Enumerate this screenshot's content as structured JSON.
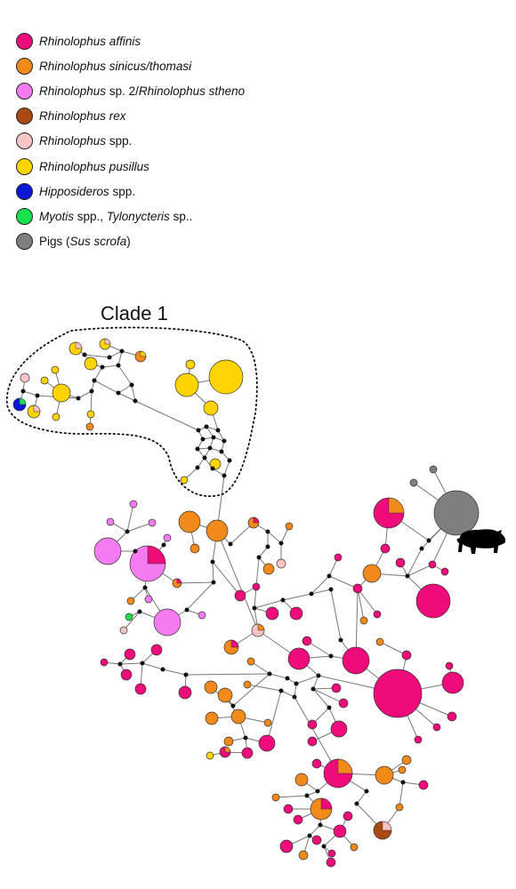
{
  "legend": {
    "items": [
      {
        "color": "#ee0b7a",
        "parts": [
          {
            "text": "Rhinolophus affinis",
            "italic": true
          }
        ]
      },
      {
        "color": "#f28a1b",
        "parts": [
          {
            "text": "Rhinolophus sinicus/thomasi",
            "italic": true
          }
        ]
      },
      {
        "color": "#f57cf0",
        "parts": [
          {
            "text": "Rhinolophus",
            "italic": true
          },
          {
            "text": " sp. 2/",
            "italic": false
          },
          {
            "text": "Rhinolophus stheno",
            "italic": true
          }
        ]
      },
      {
        "color": "#a84a11",
        "parts": [
          {
            "text": "Rhinolophus rex",
            "italic": true
          }
        ]
      },
      {
        "color": "#f9c4c4",
        "parts": [
          {
            "text": "Rhinolophus",
            "italic": true
          },
          {
            "text": " spp.",
            "italic": false
          }
        ]
      },
      {
        "color": "#ffd400",
        "parts": [
          {
            "text": "Rhinolophus pusillus",
            "italic": true
          }
        ]
      },
      {
        "color": "#0a18d6",
        "parts": [
          {
            "text": "Hipposideros",
            "italic": true
          },
          {
            "text": " spp.",
            "italic": false
          }
        ]
      },
      {
        "color": "#19e04b",
        "parts": [
          {
            "text": "Myotis",
            "italic": true
          },
          {
            "text": " spp., ",
            "italic": false
          },
          {
            "text": "Tylonycteris",
            "italic": true
          },
          {
            "text": " sp..",
            "italic": false
          }
        ]
      },
      {
        "color": "#7f7f7f",
        "parts": [
          {
            "text": "Pigs (",
            "italic": false
          },
          {
            "text": "Sus scrofa",
            "italic": true
          },
          {
            "text": ")",
            "italic": false
          }
        ]
      }
    ]
  },
  "clade": {
    "label": "Clade 1"
  },
  "colors": {
    "affinis": "#ee0b7a",
    "sinicus": "#f28a1b",
    "sp2": "#f57cf0",
    "rex": "#a84a11",
    "spp": "#f9c4c4",
    "pusillus": "#ffd400",
    "hipposideros": "#0a18d6",
    "myotis": "#19e04b",
    "pig": "#7f7f7f",
    "median_vector": "#111111",
    "edge": "#777777"
  },
  "icons": {
    "pig": "pig-silhouette-icon"
  }
}
